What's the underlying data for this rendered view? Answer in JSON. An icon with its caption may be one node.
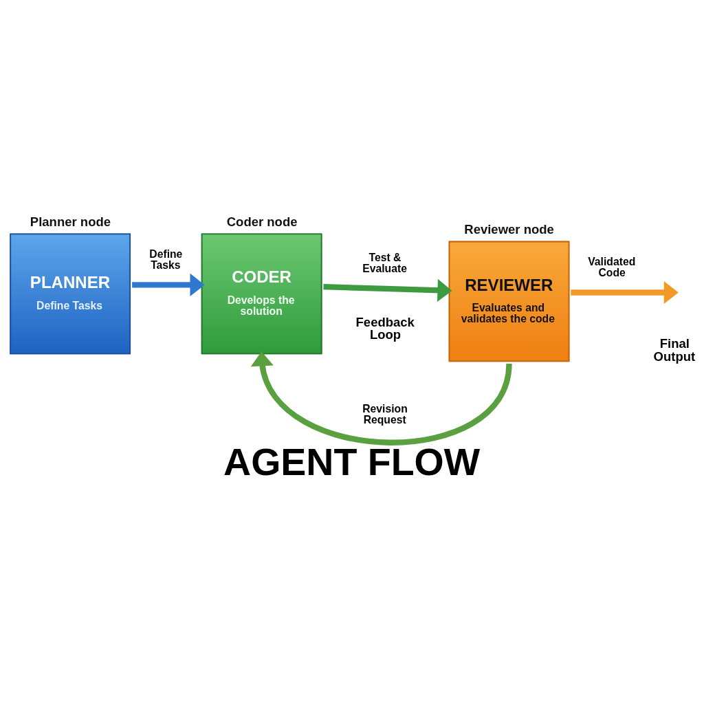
{
  "diagram": {
    "title": "AGENT FLOW",
    "nodes": [
      {
        "text": [
          "Planner node",
          "PLANNER",
          "Define Tasks"
        ]
      },
      {
        "text": [
          "Coder node",
          "CODER",
          "Develops the solution"
        ]
      },
      {
        "text": [
          "Reviewer node",
          "REVIEWER",
          "Evaluates and validates the code"
        ]
      }
    ],
    "edges": [
      {
        "from": 0,
        "to": 1,
        "arrow": "to",
        "label": "Define Tasks",
        "color": "#2f78d0"
      },
      {
        "from": 1,
        "to": 2,
        "arrow": "to",
        "label": "Test & Evaluate",
        "color": "#3c9a40"
      },
      {
        "from": 2,
        "to": 1,
        "arrow": "to",
        "label": "Revision Request",
        "color": "#5aa040"
      },
      {
        "from": 2,
        "to": null,
        "arrow": "to",
        "label": "Validated Code",
        "color": "#f39a26"
      }
    ],
    "labels": [
      "Feedback Loop",
      "Final Output"
    ]
  }
}
